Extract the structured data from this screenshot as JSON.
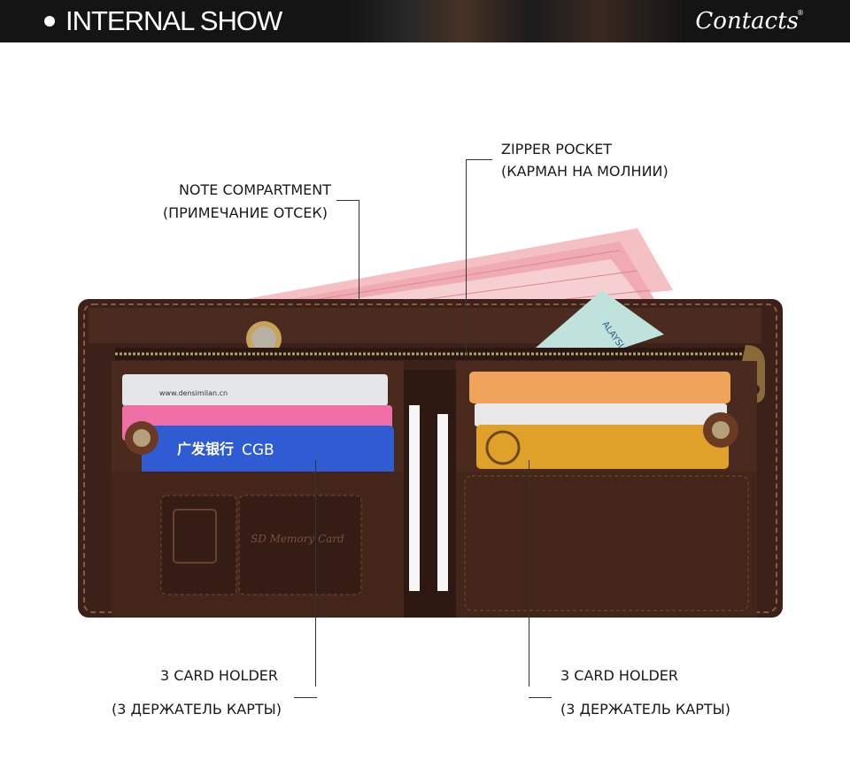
{
  "header": {
    "title": "INTERNAL SHOW",
    "brand": "Contacts",
    "registered_mark": "®"
  },
  "callouts": {
    "note_compartment": {
      "en": "NOTE COMPARTMENT",
      "ru": "(ПРИМЕЧАНИЕ ОТСЕК)"
    },
    "zipper_pocket": {
      "en": "ZIPPER POCKET",
      "ru": "(КАРМАН НА МОЛНИИ)"
    },
    "card_holder_left": {
      "en": "3 CARD HOLDER",
      "ru": "(3 ДЕРЖАТЕЛЬ КАРТЫ)"
    },
    "card_holder_right": {
      "en": "3 CARD HOLDER",
      "ru": "(3 ДЕРЖАТЕЛЬ КАРТЫ)"
    }
  },
  "wallet_print": {
    "card_left_bank": "广发银行",
    "card_left_code": "CGB",
    "card_top_left_text": "www.densimilan.cn",
    "sd_pocket_label": "SD Memory Card",
    "id_card_text": "ALAYSIA"
  },
  "colors": {
    "leather": "#4a2a1f",
    "leather_dark": "#2e1812",
    "stitch": "#8a5a3a",
    "banknotes": "#f2b6bd",
    "card_blue": "#2f5bd3",
    "card_orange": "#f0a35a",
    "card_gold": "#e0a12a"
  }
}
